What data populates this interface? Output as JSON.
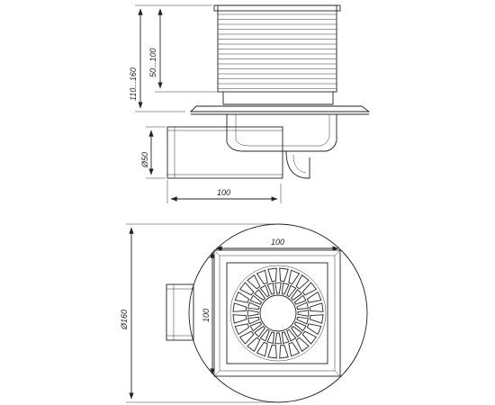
{
  "dimensions": {
    "side_total_height": "110...160",
    "side_extension_height": "50...100",
    "side_outlet_diameter": "Ø50",
    "side_width": "100",
    "plan_grate_width": "100",
    "plan_grate_height": "100",
    "plan_body_diameter": "Ø160"
  },
  "colors": {
    "line": "#222222",
    "background": "#ffffff"
  },
  "grate": {
    "radial_slots_per_ring": 24,
    "rings": 2
  }
}
